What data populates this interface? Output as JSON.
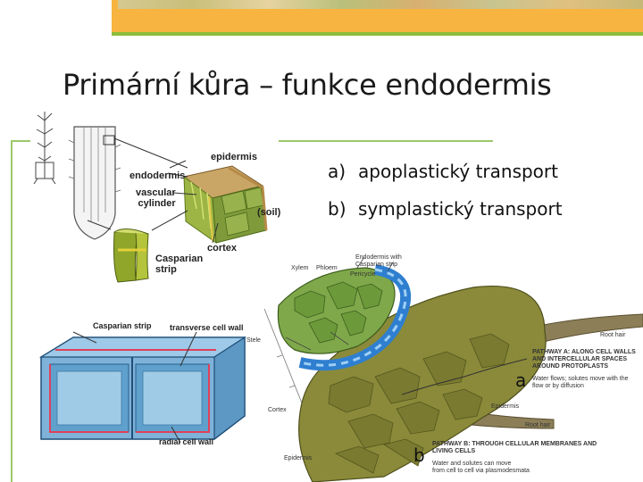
{
  "title": "Primární kůra – funkce endodermis",
  "items": [
    {
      "marker": "a)",
      "text": "apoplastický transport"
    },
    {
      "marker": "b)",
      "text": "symplastický transport"
    }
  ],
  "root_diagram": {
    "epidermis": "epidermis",
    "endodermis": "endodermis",
    "vascular_cylinder": "vascular\ncylinder",
    "soil": "(soil)",
    "cortex": "cortex",
    "casparian_strip": "Casparian\nstrip"
  },
  "cell_diagram": {
    "casparian_strip": "Casparian strip",
    "transverse_cell_wall": "transverse cell wall",
    "radial_cell_wall": "radial cell wall"
  },
  "pathway_diagram": {
    "xylem": "Xylem",
    "phloem": "Phloem",
    "endodermis_with_strip": "Endodermis with\nCasparian strip",
    "pericycle": "Pericycle",
    "stele": "Stele",
    "cortex": "Cortex",
    "epidermis_left": "Epidermis",
    "epidermis_right": "Epidermis",
    "root_hair_top": "Root hair",
    "root_hair_bottom": "Root hair",
    "pathway_a_title": "PATHWAY A: ALONG CELL WALLS\nAND INTERCELLULAR SPACES\nAROUND PROTOPLASTS",
    "pathway_a_note": "Water flows; solutes move with the\nflow or by diffusion",
    "pathway_b_title": "PATHWAY B: THROUGH CELLULAR MEMBRANES AND\nLIVING CELLS",
    "pathway_b_note": "Water and solutes can move\nfrom cell to cell via plasmodesmata",
    "marker_a": "a",
    "marker_b": "b"
  },
  "colors": {
    "header_band": "#f7b440",
    "accent_green": "#8bbd3a",
    "rule_green": "#9cc86a",
    "cortex_olive": "#8a8a3a",
    "stele_green": "#7fa84a",
    "endodermis_blue": "#2f7fd0"
  }
}
